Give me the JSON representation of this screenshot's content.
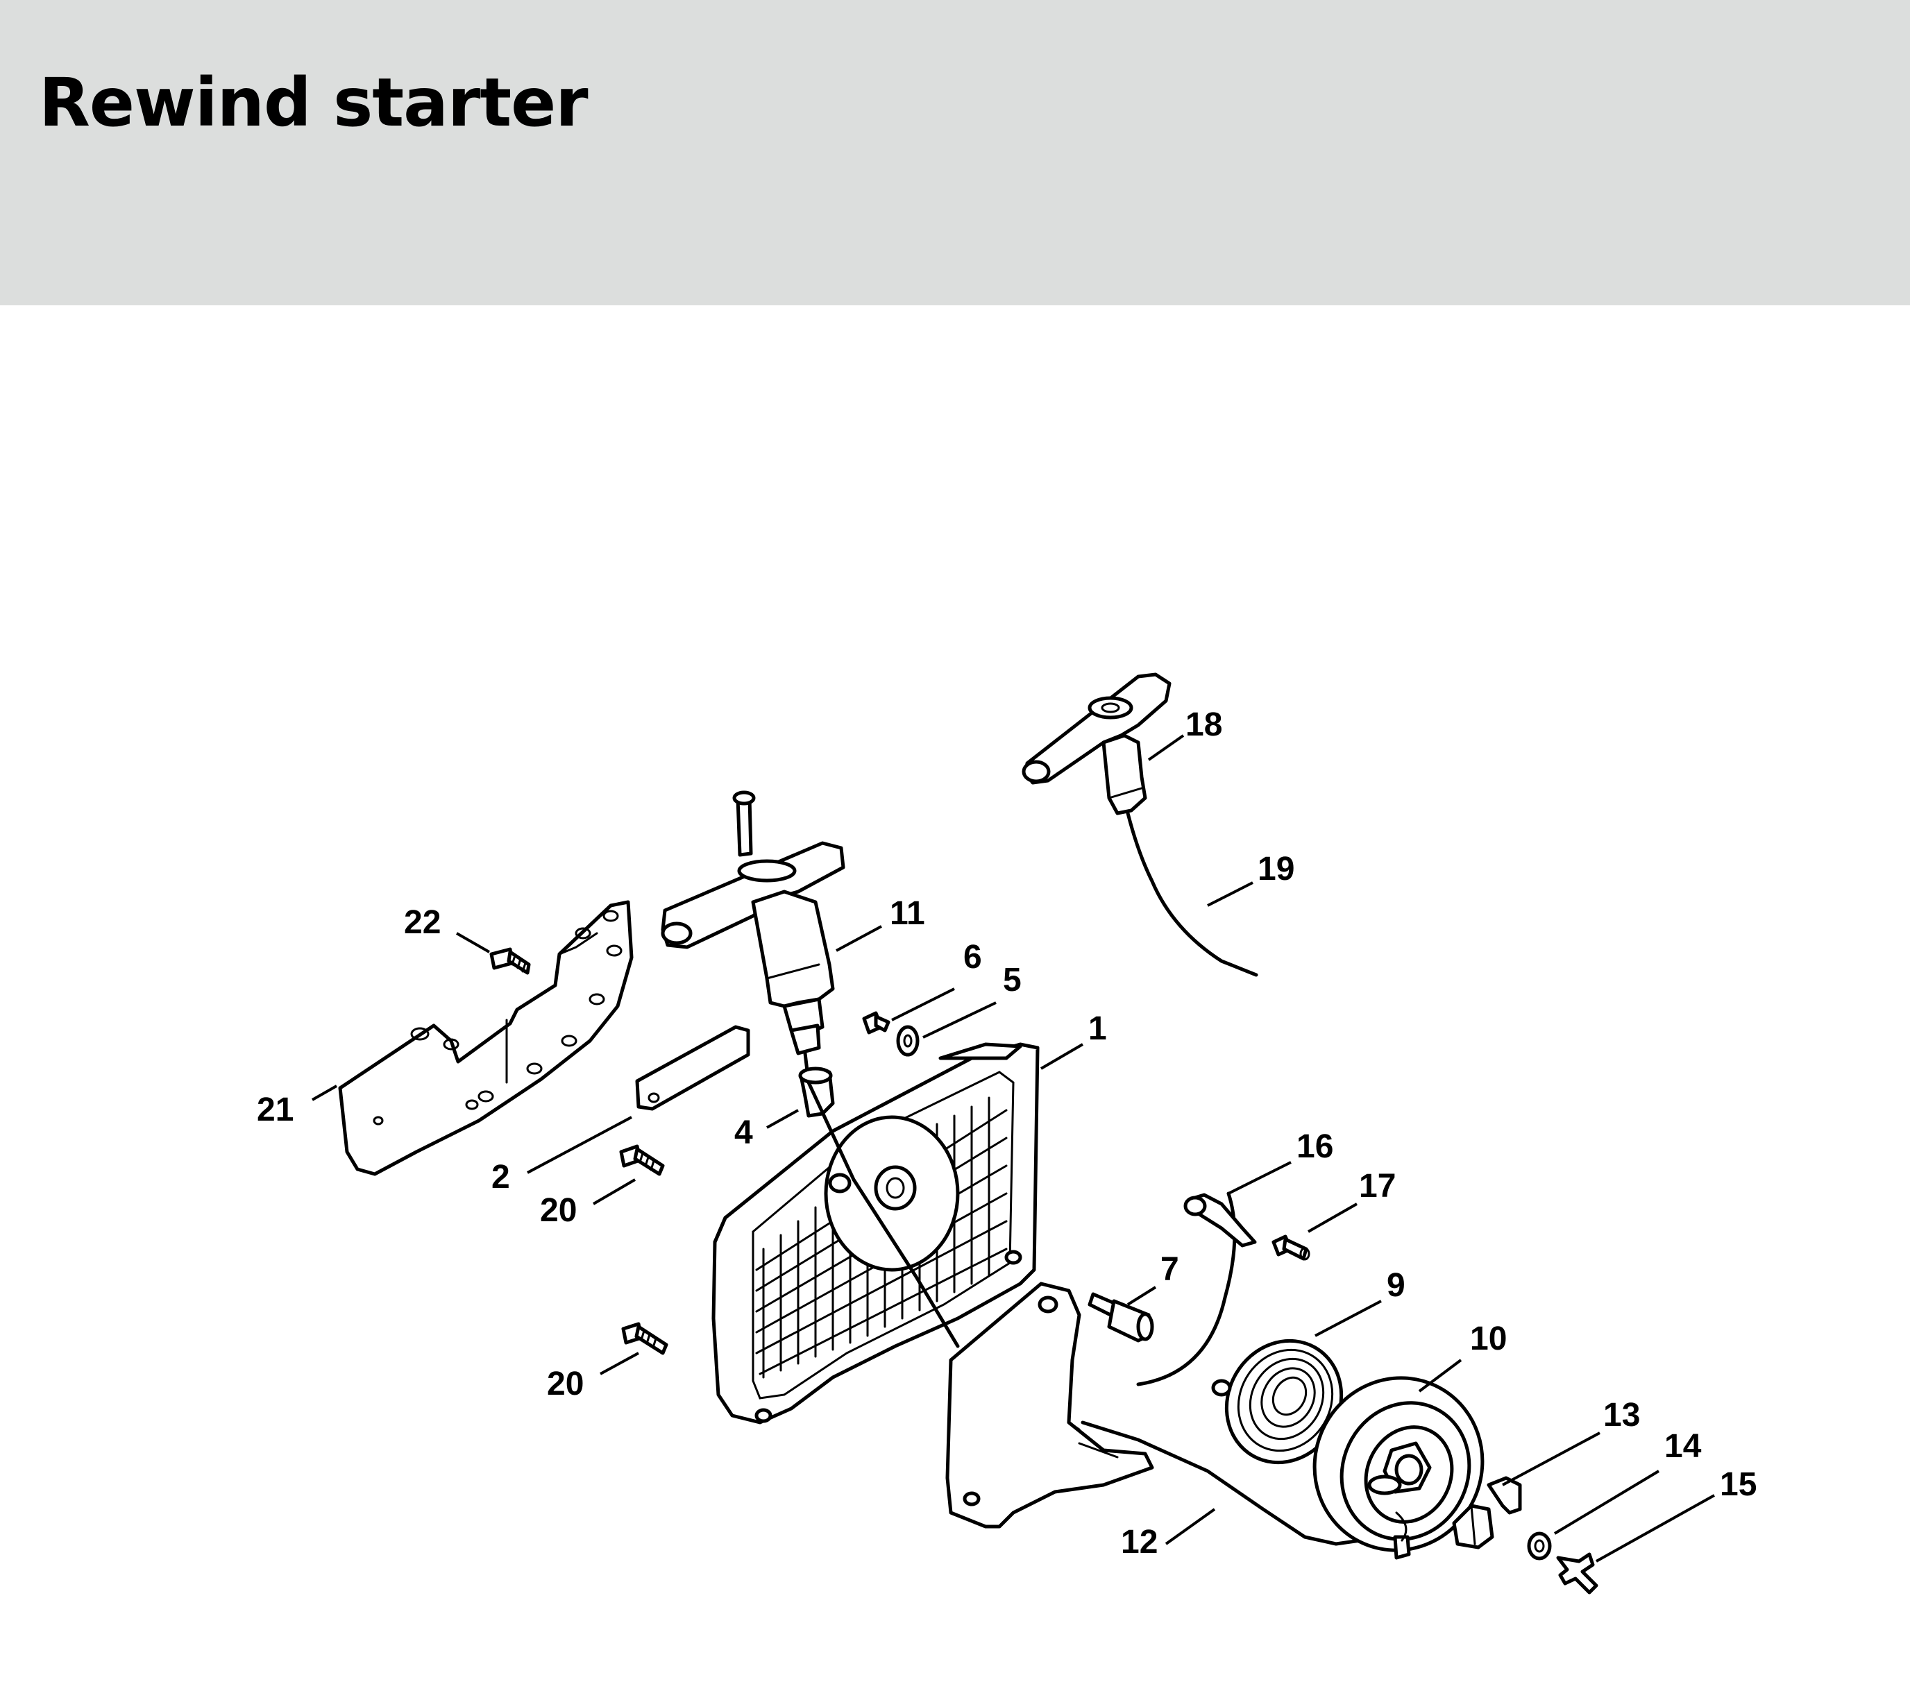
{
  "header": {
    "title": "Rewind starter"
  },
  "colors": {
    "header_band": "#dcdedd",
    "ink": "#000000",
    "paper": "#ffffff"
  },
  "callouts": {
    "c1": "1",
    "c2": "2",
    "c4": "4",
    "c5": "5",
    "c6": "6",
    "c7": "7",
    "c9": "9",
    "c10": "10",
    "c11": "11",
    "c12": "12",
    "c13": "13",
    "c14": "14",
    "c15": "15",
    "c16": "16",
    "c17": "17",
    "c18": "18",
    "c19": "19",
    "c20a": "20",
    "c20b": "20",
    "c21": "21",
    "c22": "22"
  }
}
